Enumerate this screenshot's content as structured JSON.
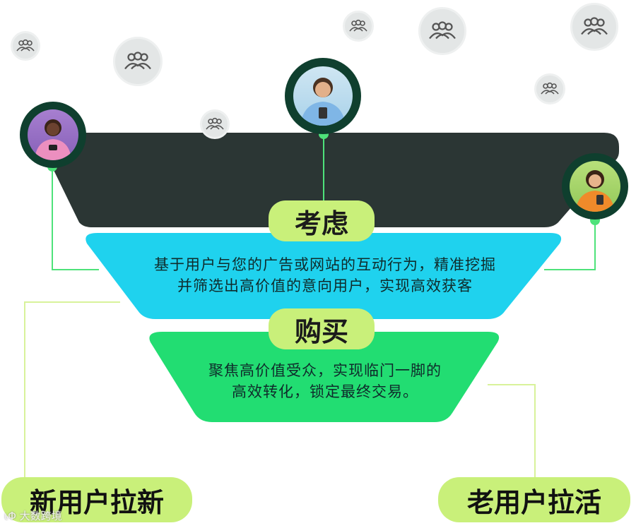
{
  "colors": {
    "dark_band": "#2b3634",
    "stage_1": "#1fd2ee",
    "stage_2": "#22dd72",
    "label_bg": "#c9f07a",
    "avatar_ring": "#0f3f2e",
    "connector": "#4ee27a"
  },
  "funnel": {
    "stage_1": {
      "label": "考虑",
      "text_line_1": "基于用户与您的广告或网站的互动行为，精准挖掘",
      "text_line_2": "并筛选出高价值的意向用户，实现高效获客"
    },
    "stage_2": {
      "label": "购买",
      "text_line_1": "聚焦高价值受众，实现临门一脚的",
      "text_line_2": "高效转化，锁定最终交易。"
    }
  },
  "side_labels": {
    "left": "新用户拉新",
    "right": "老用户拉活"
  },
  "avatars": [
    {
      "icon": "person-pink-hoodie-icon"
    },
    {
      "icon": "person-blue-sweater-icon"
    },
    {
      "icon": "person-orange-top-icon"
    }
  ],
  "audience_bubbles_icon": "people-group-icon",
  "watermark": "ιΦ 大数跨境"
}
